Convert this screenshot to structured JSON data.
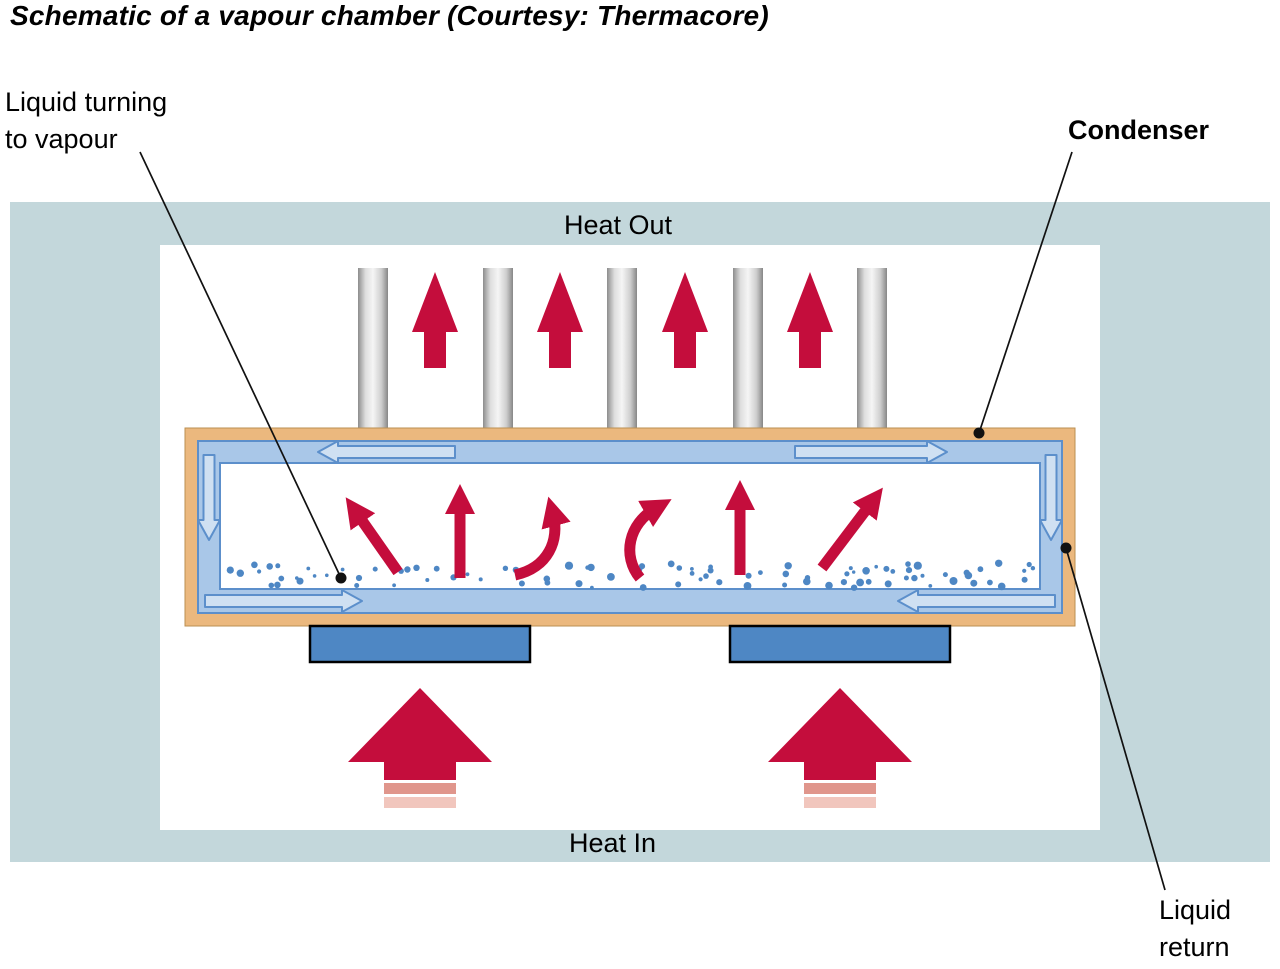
{
  "title": "Schematic of a vapour chamber (Courtesy: Thermacore)",
  "labels": {
    "liquid_turning": "Liquid turning\nto vapour",
    "condenser": "Condenser",
    "heat_out": "Heat Out",
    "heat_in": "Heat In",
    "liquid_return": "Liquid\nreturn"
  },
  "colors": {
    "environment_band": "#c3d7db",
    "chamber_wall_orange": "#ebb87e",
    "wick_fill_blue": "#a9c7e8",
    "wick_outline_blue": "#5c8fcb",
    "wick_arrow_fill": "#cfe0f2",
    "heat_source_blue": "#4e87c4",
    "vapour_arrow_crimson": "#c40d3c",
    "heat_in_stripe_mid": "#e0968c",
    "heat_in_stripe_light": "#f1c6bd",
    "liquid_dot_blue": "#4e87c4",
    "fin_gray": "#c9c9c9",
    "annotation_line": "#111111"
  },
  "components": {
    "condenser_fins_count": 5,
    "heat_out_arrows_count": 4,
    "heat_in_arrows_count": 2,
    "heat_source_blocks_count": 2,
    "vapour_arrows_count": 6,
    "wick_flow_arrows_count": 6
  }
}
